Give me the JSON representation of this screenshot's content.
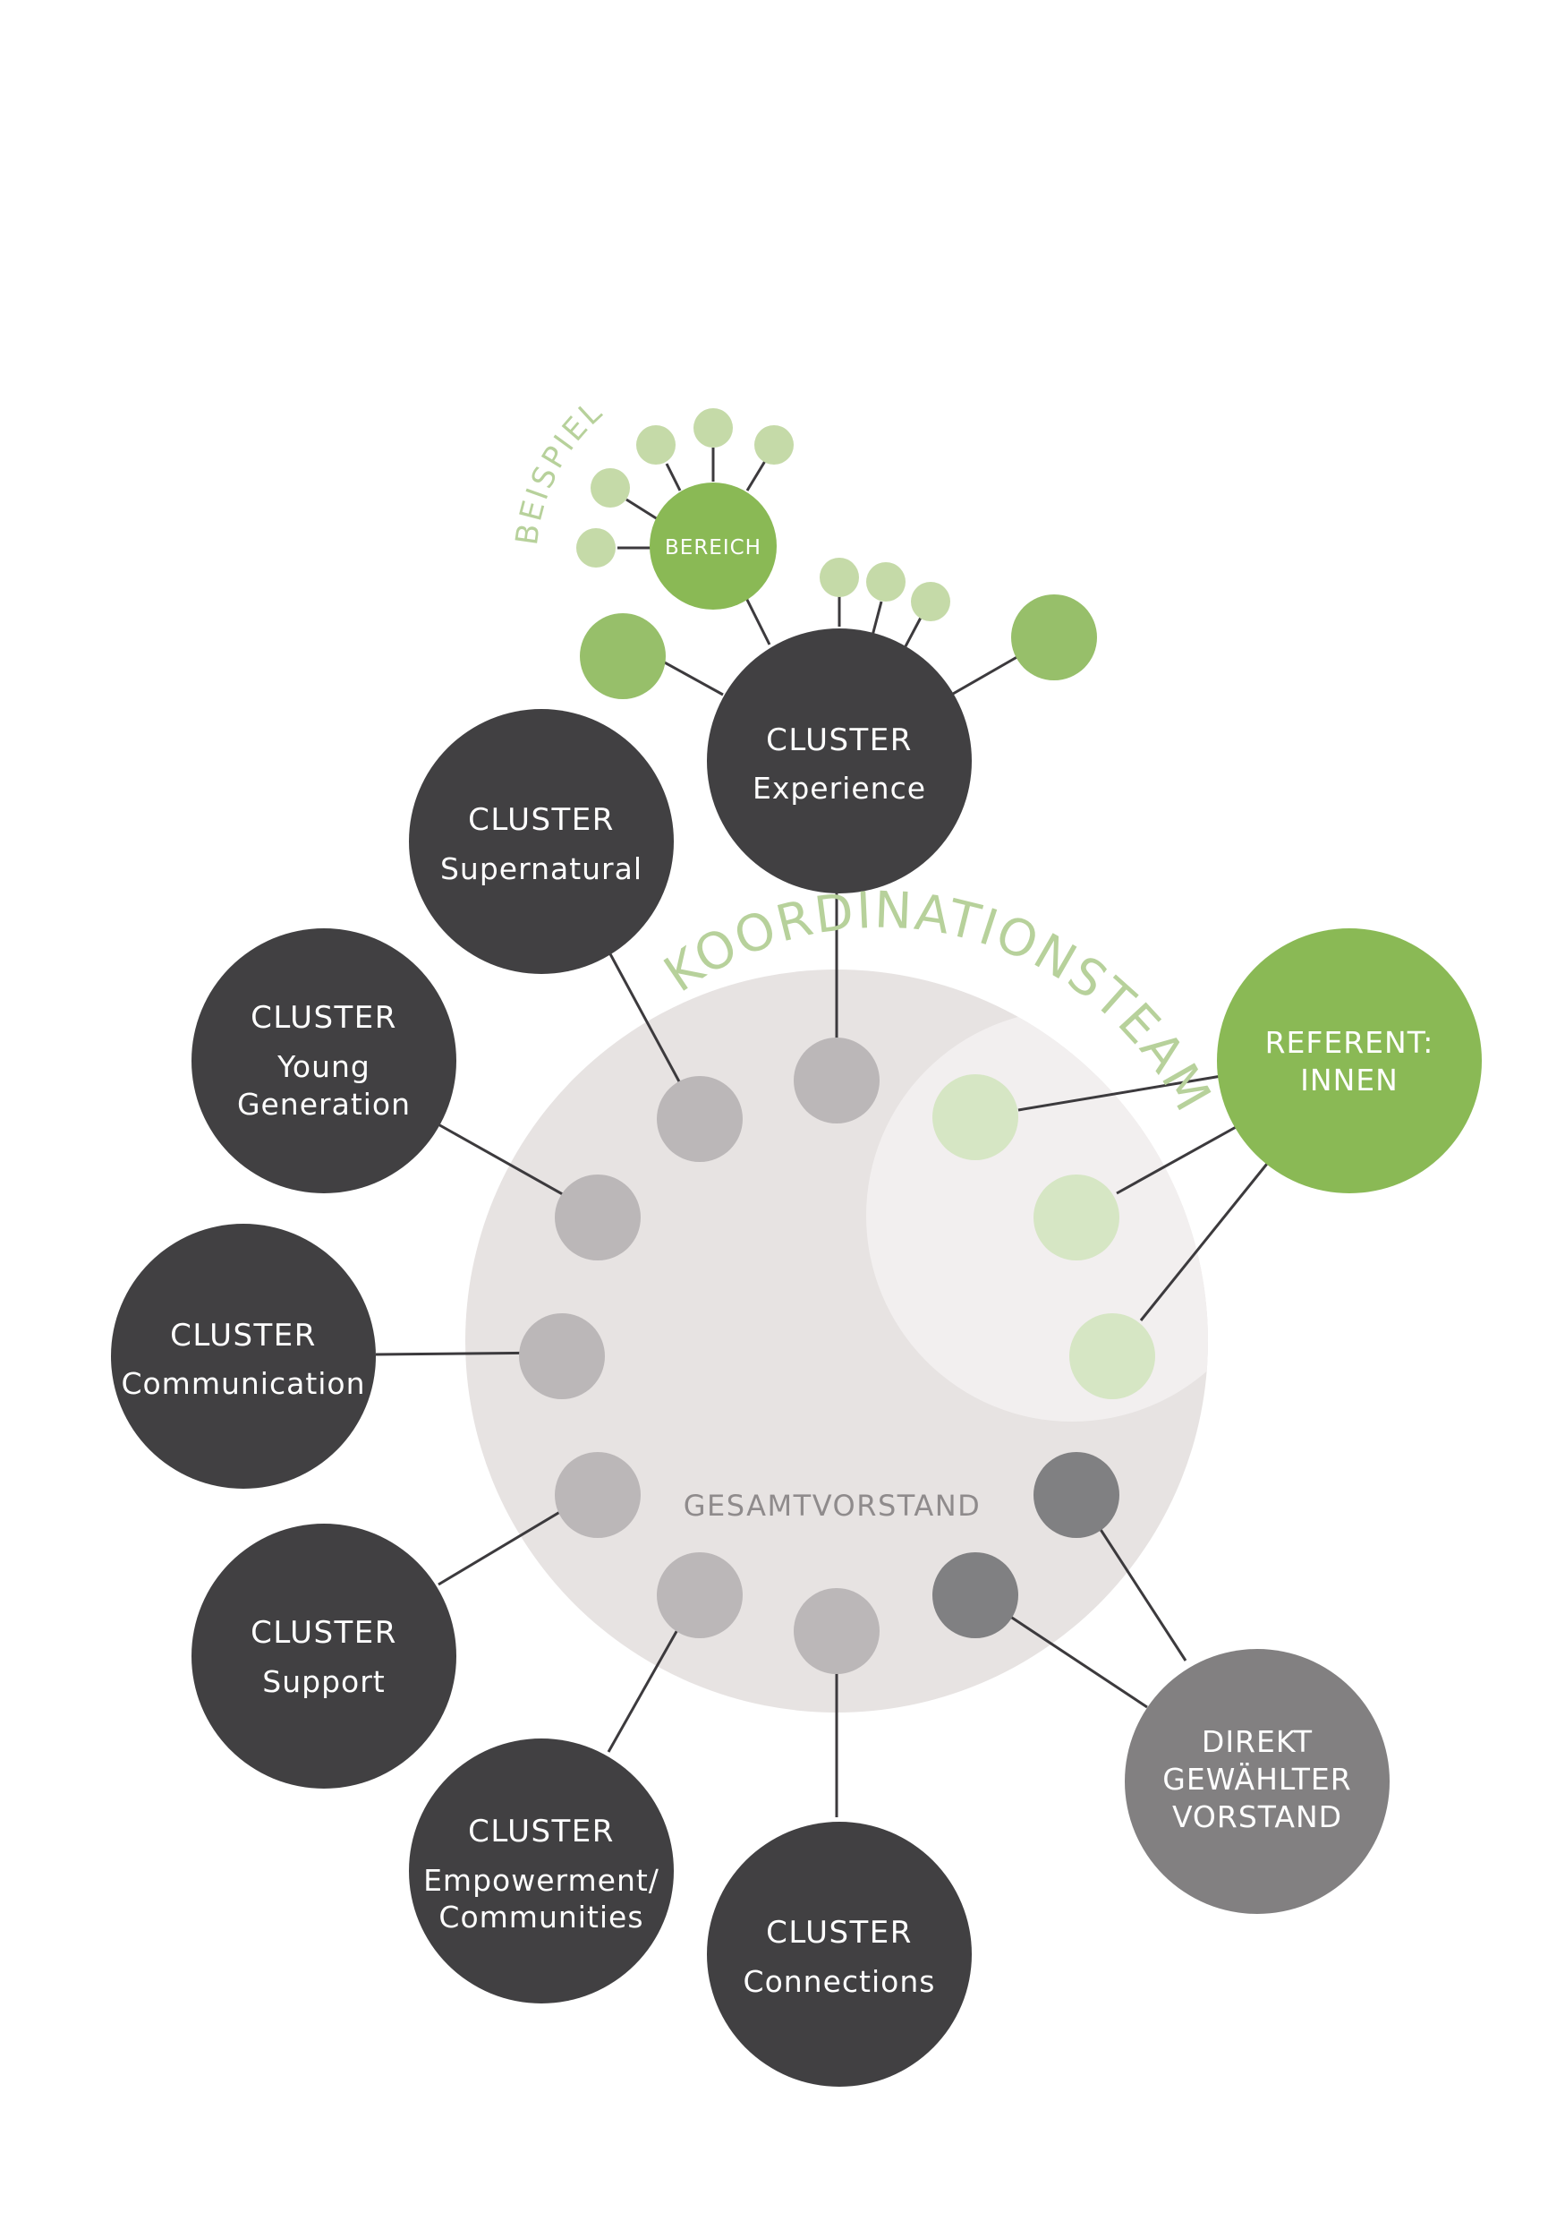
{
  "colors": {
    "cluster_dark": "#414042",
    "green_main": "#8ab955",
    "green_mid": "#97bf6a",
    "green_light": "#c5daa8",
    "green_pale": "#d6e6c4",
    "gray_node": "#bbb7b8",
    "gray_dark_node": "#808082",
    "vorstand_fill": "#e7e3e2",
    "koordination_fill": "#f2efef",
    "direkt_fill": "#828081",
    "label_green": "#b7d19b",
    "label_gray": "#8f8b8c"
  },
  "labels": {
    "beispiel": "BEISPIEL",
    "bereich": "BEREICH",
    "koordinationsteam": "KOORDINATIONSTEAM",
    "gesamtvorstand": "GESAMTVORSTAND"
  },
  "clusters": {
    "experience": {
      "title": "CLUSTER",
      "lines": [
        "Experience"
      ]
    },
    "supernatural": {
      "title": "CLUSTER",
      "lines": [
        "Supernatural"
      ]
    },
    "young_generation": {
      "title": "CLUSTER",
      "lines": [
        "Young",
        "Generation"
      ]
    },
    "communication": {
      "title": "CLUSTER",
      "lines": [
        "Communication"
      ]
    },
    "support": {
      "title": "CLUSTER",
      "lines": [
        "Support"
      ]
    },
    "empowerment": {
      "title": "CLUSTER",
      "lines": [
        "Empowerment/",
        "Communities"
      ]
    },
    "connections": {
      "title": "CLUSTER",
      "lines": [
        "Connections"
      ]
    }
  },
  "referent": {
    "lines": [
      "REFERENT:",
      "INNEN"
    ]
  },
  "direkt": {
    "lines": [
      "DIREKT",
      "GEWÄHLTER",
      "VORSTAND"
    ]
  }
}
